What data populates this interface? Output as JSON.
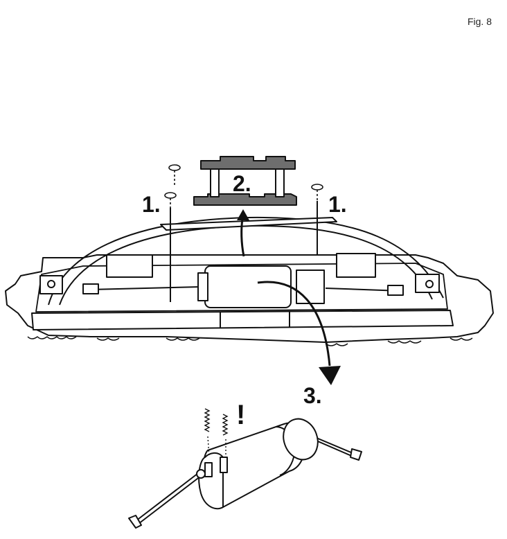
{
  "figure": {
    "number": "Fig. 8",
    "step_labels": {
      "screw_left": "1.",
      "screw_right": "1.",
      "retainer": "2.",
      "motor": "3."
    },
    "caution_mark": "!"
  },
  "colors": {
    "ink": "#111111",
    "part_fill": "#6e6e6e",
    "paper": "#ffffff"
  }
}
